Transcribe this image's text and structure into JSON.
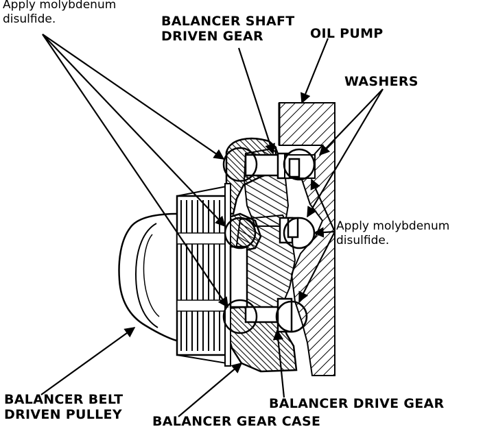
{
  "labels": {
    "apply_top": {
      "line1": "Apply molybdenum",
      "line2": "disulfide."
    },
    "shaft_gear": {
      "line1": "BALANCER SHAFT",
      "line2": "DRIVEN GEAR"
    },
    "oil_pump": "OIL PUMP",
    "washers": "WASHERS",
    "apply_right": {
      "line1": "Apply molybdenum",
      "line2": "disulfide."
    },
    "belt_pulley": {
      "line1": "BALANCER BELT",
      "line2": "DRIVEN PULLEY"
    },
    "drive_gear": "BALANCER DRIVE GEAR",
    "gear_case": "BALANCER GEAR CASE"
  },
  "colors": {
    "ink": "#000000",
    "paper": "#ffffff"
  }
}
